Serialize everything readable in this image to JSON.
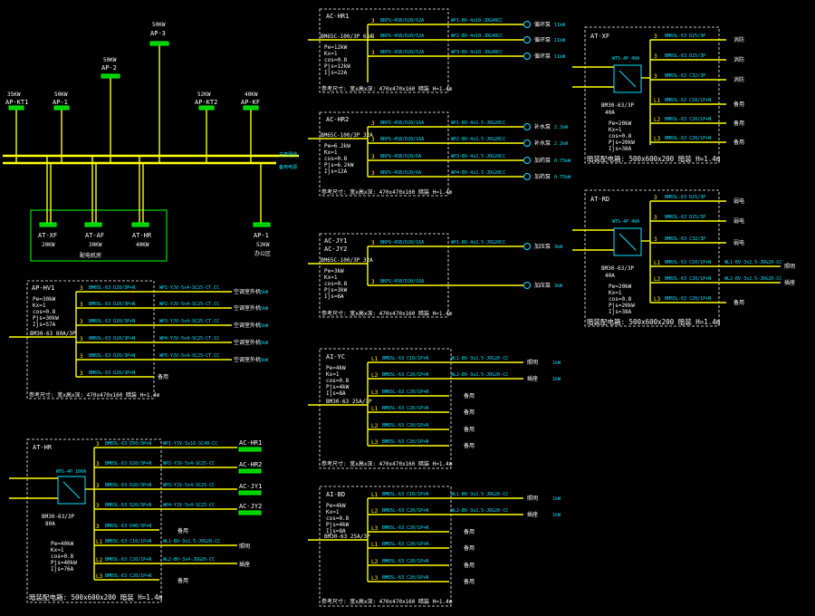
{
  "colors": {
    "background": "#000000",
    "bus": "#ffff00",
    "breaker": "#00e5ff",
    "panel": "#00cc00",
    "text": "#ffffff"
  },
  "riser": {
    "panels_top": [
      {
        "kw": "35KW",
        "name": "AP-KT1"
      },
      {
        "kw": "50KW",
        "name": "AP-1"
      },
      {
        "kw": "50KW",
        "name": "AP-2"
      },
      {
        "kw": "50KW",
        "name": "AP-3"
      },
      {
        "kw": "52KW",
        "name": "AP-KT2"
      },
      {
        "kw": "40KW",
        "name": "AP-KF"
      }
    ],
    "bus_labels": [
      "主电源线",
      "备用电源"
    ],
    "panels_bottom": [
      {
        "name": "AT-XF",
        "kw": "20KW"
      },
      {
        "name": "AT-AF",
        "kw": "30KW"
      },
      {
        "name": "AT-HR",
        "kw": "40KW"
      },
      {
        "name": "AP-1",
        "kw": "52KW",
        "note": "办公区"
      }
    ],
    "group_label": "配电机房"
  },
  "panels": {
    "acnh1": {
      "name": "AC-HR1",
      "incoming": "BM65C-100/3P 63A",
      "params": [
        "Pe=12kW",
        "Kx=1",
        "cos=0.8",
        "Pjs=12kW",
        "Ijs=22A"
      ],
      "circuits": [
        {
          "n": "3",
          "breaker": "BKPS-45B/D20/52A",
          "cable": "WP1-BV-4x10-JDG40CC",
          "load": "循环泵",
          "kw": "11kW"
        },
        {
          "n": "3",
          "breaker": "BKPS-45B/D20/52A",
          "cable": "WP2-BV-4x10-JDG40CC",
          "load": "循环泵",
          "kw": "11kW"
        },
        {
          "n": "3",
          "breaker": "BKPS-45B/D20/52A",
          "cable": "WP3-BV-4x10-JDG40CC",
          "load": "循环泵",
          "kw": "11kW"
        }
      ],
      "footer": "参考尺寸: 宽x高x深: 470x470x160 暗装 H=1.4m"
    },
    "acnh2": {
      "name": "AC-HR2",
      "incoming": "BM65C-100/3P 32A",
      "params": [
        "Pe=6.2kW",
        "Kx=1",
        "cos=0.8",
        "Pjs=6.2kW",
        "Ijs=12A"
      ],
      "circuits": [
        {
          "n": "3",
          "breaker": "BKPS-45B/D20/16A",
          "cable": "WP1-BV-4x2.5-JDG20CC",
          "load": "补水泵",
          "kw": "2.2kW"
        },
        {
          "n": "3",
          "breaker": "BKPS-45B/D20/16A",
          "cable": "WP2-BV-4x2.5-JDG20CC",
          "load": "补水泵",
          "kw": "2.2kW"
        },
        {
          "n": "3",
          "breaker": "BKPS-45B/D20/6A",
          "cable": "WP3-BV-4x2.5-JDG20CC",
          "load": "加药泵",
          "kw": "0.75kW"
        },
        {
          "n": "3",
          "breaker": "BKPS-45B/D20/6A",
          "cable": "WP4-BV-4x2.5-JDG20CC",
          "load": "加药泵",
          "kw": "0.75kW"
        }
      ],
      "footer": "参考尺寸: 宽x高x深: 470x470x160 暗装 H=1.4m"
    },
    "acjy": {
      "name": "AC-JY1",
      "name2": "AC-JY2",
      "incoming": "BM65C-100/3P 32A",
      "params": [
        "Pe=3kW",
        "Kx=1",
        "cos=0.8",
        "Pjs=3kW",
        "Ijs=6A"
      ],
      "circuits": [
        {
          "n": "3",
          "breaker": "BKPS-45B/D20/16A",
          "cable": "WP1-BV-4x2.5-JDG20CC",
          "load": "加压泵",
          "kw": "3kW"
        },
        {
          "n": "3",
          "breaker": "BKPS-45B/D20/16A",
          "cable": "",
          "load": "加压泵",
          "kw": "3kW"
        }
      ],
      "footer": "参考尺寸: 宽x高x深: 470x470x160 暗装 H=1.4m"
    },
    "aphv1": {
      "name": "AP-HV1",
      "incoming": "BM30-63 80A/3P",
      "params": [
        "Pe=30kW",
        "Kx=1",
        "cos=0.8",
        "Pjs=30kW",
        "Ijs=57A"
      ],
      "circuits": [
        {
          "n": "3",
          "breaker": "BM65L-63 D20/3P+N",
          "cable": "WP1-YJV-5x4-SC25-CT.CC",
          "load": "空调室外机",
          "kw": "5kW"
        },
        {
          "n": "3",
          "breaker": "BM65L-63 D20/3P+N",
          "cable": "WP2-YJV-5x4-SC25-CT.CC",
          "load": "空调室外机",
          "kw": "5kW"
        },
        {
          "n": "3",
          "breaker": "BM65L-63 D20/3P+N",
          "cable": "WP3-YJV-5x4-SC25-CT.CC",
          "load": "空调室外机",
          "kw": "5kW"
        },
        {
          "n": "3",
          "breaker": "BM65L-63 D20/3P+N",
          "cable": "WP4-YJV-5x4-SC25-CT.CC",
          "load": "空调室外机",
          "kw": "5kW"
        },
        {
          "n": "3",
          "breaker": "BM65L-63 D20/3P+N",
          "cable": "WP5-YJV-5x4-SC25-CT.CC",
          "load": "空调室外机",
          "kw": "5kW"
        },
        {
          "n": "3",
          "breaker": "BM65L-63 D20/3P+N",
          "cable": "",
          "load": "备用",
          "kw": ""
        }
      ],
      "footer": "参考尺寸: 宽x高x深: 470x470x160 暗装 H=1.4m"
    },
    "athr": {
      "name": "AT-HR",
      "ats": "WTS-4P 100A",
      "incoming": "BM30-63/3P",
      "incoming2": "80A",
      "params": [
        "Pe=40kW",
        "Kx=1",
        "cos=0.8",
        "Pjs=40kW",
        "Ijs=76A"
      ],
      "circuits": [
        {
          "n": "3",
          "breaker": "BM65L-63 D50/3P+N",
          "cable": "WP1-YJV-5x16-SC40-CC",
          "load": "AC-HR1",
          "kw": ""
        },
        {
          "n": "3",
          "breaker": "BM65L-63 D20/3P+N",
          "cable": "WP2-YJV-5x4-SC25-CC",
          "load": "AC-HR2",
          "kw": ""
        },
        {
          "n": "3",
          "breaker": "BM65L-63 D20/3P+N",
          "cable": "WP3-YJV-5x4-SC25-CC",
          "load": "AC-JY1",
          "kw": ""
        },
        {
          "n": "3",
          "breaker": "BM65L-63 D20/3P+N",
          "cable": "WP4-YJV-5x4-SC25-CC",
          "load": "AC-JY2",
          "kw": ""
        },
        {
          "n": "3",
          "breaker": "BM65L-63 D40/3P+N",
          "cable": "",
          "load": "备用",
          "kw": ""
        },
        {
          "n": "L1",
          "breaker": "BM65L-63 C10/1P+N",
          "cable": "WL1-BV-3x2.5-JDG20-CC",
          "load": "照明",
          "kw": ""
        },
        {
          "n": "L2",
          "breaker": "BM65L-63 C20/1P+N",
          "cable": "WL2-BV-3x4-JDG20-CC",
          "load": "插座",
          "kw": ""
        },
        {
          "n": "L3",
          "breaker": "BM65L-63 C20/1P+N",
          "cable": "",
          "load": "备用",
          "kw": ""
        }
      ],
      "footer": "暗装配电箱: 500x600x200 暗装 H=1.4m"
    },
    "aiyc": {
      "name": "AI-YC",
      "incoming": "BM30-63 25A/3P",
      "params": [
        "Pe=4kW",
        "Kx=1",
        "cos=0.8",
        "Pjs=4kW",
        "Ijs=8A"
      ],
      "circuits": [
        {
          "n": "L1",
          "breaker": "BM65L-63 C10/1P+N",
          "cable": "WL1-BV-3x2.5-JDG20-CC",
          "load": "照明",
          "kw": "1kW"
        },
        {
          "n": "L2",
          "breaker": "BM65L-63 C20/1P+N",
          "cable": "WL2-BV-3x2.5-JDG20-CC",
          "load": "插座",
          "kw": "1kW"
        },
        {
          "n": "L3",
          "breaker": "BM65L-63 C20/1P+N",
          "cable": "",
          "load": "备用",
          "kw": ""
        },
        {
          "n": "L1",
          "breaker": "BM65L-63 C20/1P+N",
          "cable": "",
          "load": "备用",
          "kw": ""
        },
        {
          "n": "L2",
          "breaker": "BM65L-63 C20/1P+N",
          "cable": "",
          "load": "备用",
          "kw": ""
        },
        {
          "n": "L3",
          "breaker": "BM65L-63 C20/1P+N",
          "cable": "",
          "load": "备用",
          "kw": ""
        }
      ],
      "footer": "参考尺寸: 宽x高x深: 470x470x160 暗装 H=1.4m"
    },
    "aibd": {
      "name": "AI-BD",
      "incoming": "BM30-63 25A/3P",
      "params": [
        "Pe=4kW",
        "Kx=1",
        "cos=0.8",
        "Pjs=4kW",
        "Ijs=8A"
      ],
      "circuits": [
        {
          "n": "L1",
          "breaker": "BM65L-63 C10/1P+N",
          "cable": "WL1-BV-3x2.5-JDG20-CC",
          "load": "照明",
          "kw": "1kW"
        },
        {
          "n": "L2",
          "breaker": "BM65L-63 C20/1P+N",
          "cable": "WL2-BV-3x2.5-JDG20-CC",
          "load": "插座",
          "kw": "1kW"
        },
        {
          "n": "L3",
          "breaker": "BM65L-63 C20/1P+N",
          "cable": "",
          "load": "备用",
          "kw": ""
        },
        {
          "n": "L1",
          "breaker": "BM65L-63 C20/1P+N",
          "cable": "",
          "load": "备用",
          "kw": ""
        },
        {
          "n": "L2",
          "breaker": "BM65L-63 C20/1P+N",
          "cable": "",
          "load": "备用",
          "kw": ""
        },
        {
          "n": "L3",
          "breaker": "BM65L-63 C20/1P+N",
          "cable": "",
          "load": "备用",
          "kw": ""
        }
      ],
      "footer": "参考尺寸: 宽x高x深: 470x470x160 暗装 H=1.4m"
    },
    "atxf": {
      "name": "AT-XF",
      "ats": "WTS-4P 40A",
      "incoming": "BM30-63/3P",
      "incoming2": "40A",
      "params": [
        "Pe=20kW",
        "Kx=1",
        "cos=0.8",
        "Pjs=20kW",
        "Ijs=38A"
      ],
      "circuits": [
        {
          "n": "3",
          "breaker": "BM65L-63 D25/3P",
          "cable": "",
          "load": "消防",
          "kw": ""
        },
        {
          "n": "3",
          "breaker": "BM65L-63 D25/3P",
          "cable": "",
          "load": "消防",
          "kw": ""
        },
        {
          "n": "3",
          "breaker": "BM65L-63 C32/3P",
          "cable": "",
          "load": "消防",
          "kw": ""
        },
        {
          "n": "L1",
          "breaker": "BM65L-63 C10/1P+N",
          "cable": "",
          "load": "备用",
          "kw": ""
        },
        {
          "n": "L2",
          "breaker": "BM65L-63 C20/1P+N",
          "cable": "",
          "load": "备用",
          "kw": ""
        },
        {
          "n": "L3",
          "breaker": "BM65L-63 C20/1P+N",
          "cable": "",
          "load": "备用",
          "kw": ""
        }
      ],
      "footer": "暗装配电箱: 500x600x200 暗装 H=1.4m"
    },
    "atrd": {
      "name": "AT-RD",
      "ats": "WTS-4P 40A",
      "incoming": "BM30-63/3P",
      "incoming2": "40A",
      "params": [
        "Pe=20kW",
        "Kx=1",
        "cos=0.8",
        "Pjs=20kW",
        "Ijs=38A"
      ],
      "circuits": [
        {
          "n": "3",
          "breaker": "BM65L-63 D25/3P",
          "cable": "",
          "load": "弱电",
          "kw": ""
        },
        {
          "n": "3",
          "breaker": "BM65L-63 D25/3P",
          "cable": "",
          "load": "弱电",
          "kw": ""
        },
        {
          "n": "3",
          "breaker": "BM65L-63 C32/3P",
          "cable": "",
          "load": "弱电",
          "kw": ""
        },
        {
          "n": "L1",
          "breaker": "BM65L-63 C10/1P+N",
          "cable": "WL1-BV-3x2.5-JDG20-CC",
          "load": "照明",
          "kw": ""
        },
        {
          "n": "L2",
          "breaker": "BM65L-63 C20/1P+N",
          "cable": "WL2-BV-3x2.5-JDG20-CC",
          "load": "插座",
          "kw": ""
        },
        {
          "n": "L3",
          "breaker": "BM65L-63 C20/1P+N",
          "cable": "",
          "load": "备用",
          "kw": ""
        }
      ],
      "footer": "暗装配电箱: 500x600x200 暗装 H=1.4m"
    }
  }
}
